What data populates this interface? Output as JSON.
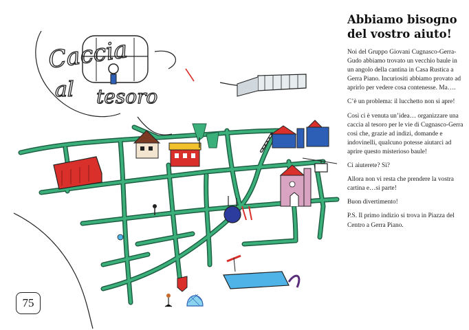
{
  "map": {
    "title_lines": [
      "Caccia",
      "al",
      "tesoro"
    ]
  },
  "page_number": "75",
  "article": {
    "heading": "Abbiamo bisogno del vostro aiuto!",
    "paragraphs": [
      "Noi del Gruppo Giovani Cugnasco-Gerra-Gudo abbiamo trovato un vecchio baule in un angolo della cantina in Casa Rustica a Gerra Piano. Incuriositi abbiamo provato ad aprirlo per vedere cosa contenesse. Ma….",
      "C’è un problema: il lucchetto non si apre!",
      "Così ci è venuta un’idea… organizzare una caccia al tesoro per le vie di Cugnasco-Gerra così che, grazie ad indizi, domande e indovinelli, qualcuno potesse aiutarci ad aprire questo misterioso baule!",
      "Ci aiuterete? Sì?",
      "Allora non vi resta che prendere la vostra cartina e…si parte!",
      "Buon divertimento!",
      "P.S. Il primo indizio si trova in Piazza del Centro a Gerra Piano."
    ]
  },
  "colors": {
    "road": "#2e9a6a",
    "road_edge": "#1d5e43",
    "text": "#1a1a1a",
    "accent_red": "#d9302c",
    "accent_blue": "#2c5fb5",
    "water": "#4fb3e8"
  },
  "icons": [
    "treasure-chest-icon",
    "key-icon",
    "red-building-icon",
    "house-icon",
    "yellow-house-icon",
    "tree-icon",
    "blue-building-icon",
    "church-icon",
    "cable-car-icon",
    "glass-building-icon",
    "fountain-icon",
    "pool-icon",
    "shield-icon",
    "goal-icon",
    "person-icon"
  ]
}
